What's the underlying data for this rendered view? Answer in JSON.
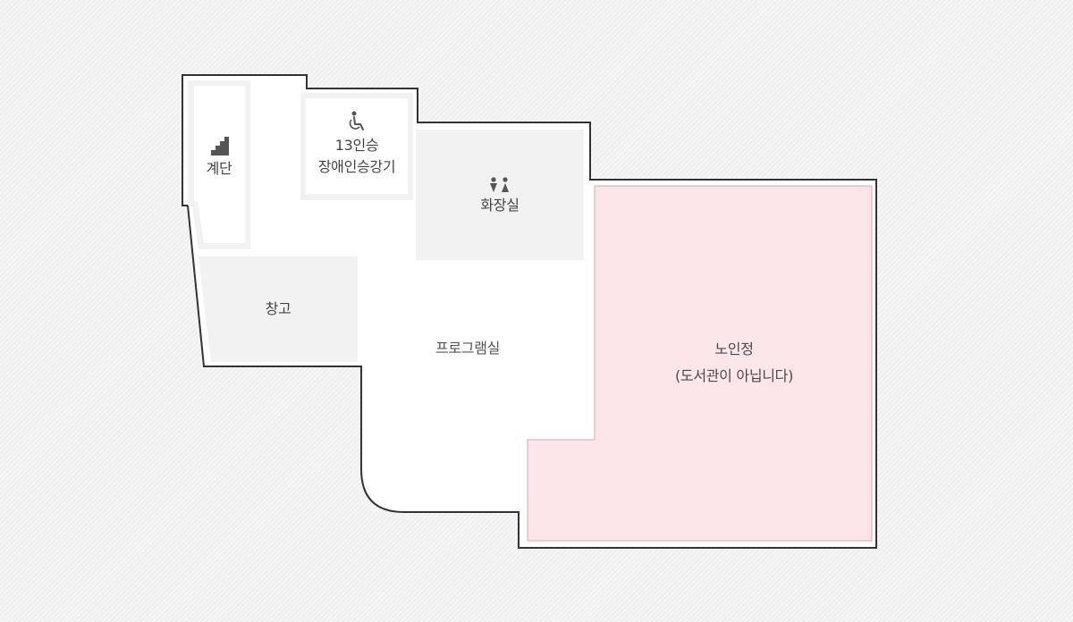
{
  "floor_map": {
    "rooms": {
      "stairs": {
        "label": "계단",
        "icon": "stairs-icon"
      },
      "elevator": {
        "line1": "13인승",
        "line2": "장애인승강기",
        "icon": "wheelchair-icon"
      },
      "restroom": {
        "label": "화장실",
        "icon": "restroom-icon"
      },
      "storage": {
        "label": "창고"
      },
      "program_room": {
        "label": "프로그램실"
      },
      "senior_center": {
        "line1": "노인정",
        "line2": "(도서관이 아닙니다)"
      }
    },
    "colors": {
      "background": "#f3f3f3",
      "floor": "#ffffff",
      "outline": "#333333",
      "room_fill": "#f3f3f3",
      "highlight_fill": "#fce6ea",
      "highlight_stroke": "#e6a0ae",
      "text": "#555555"
    }
  }
}
